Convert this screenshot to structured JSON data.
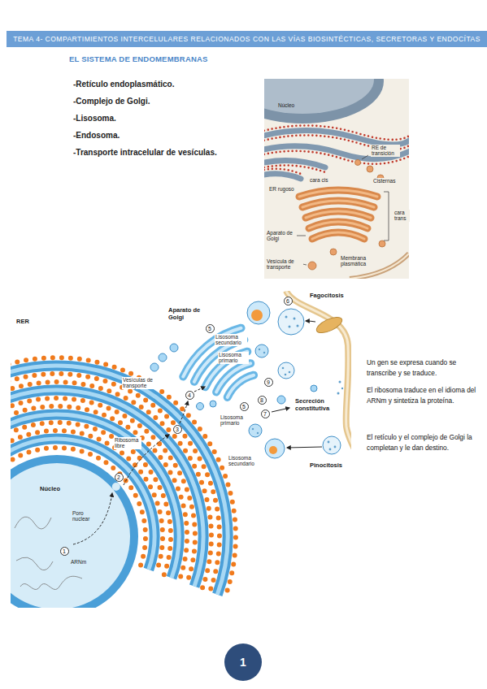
{
  "diagram": {
    "title": "EL SISTEMA DE ENDOMEMBRANAS",
    "nodes": [
      {
        "text": [
          "TEMA 4- COMPARTIMIENTOS INTERCELULARES RELACIONADOS CON LAS VÍAS BIOSINTÉCTICAS, SECRETORAS Y ENDOCÍTAS"
        ]
      },
      {
        "text": [
          "5"
        ]
      },
      {
        "text": [
          "6"
        ]
      },
      {
        "text": [
          "4"
        ]
      },
      {
        "text": [
          "3"
        ]
      },
      {
        "text": [
          "2"
        ]
      },
      {
        "text": [
          "1"
        ]
      },
      {
        "text": [
          "9"
        ]
      },
      {
        "text": [
          "8"
        ]
      },
      {
        "text": [
          "7"
        ]
      },
      {
        "text": [
          "5"
        ]
      },
      {
        "text": [
          "1"
        ]
      }
    ],
    "labels": [
      "-Retículo endoplasmático.",
      "-Complejo de Golgi.",
      "-Lisosoma.",
      "-Endosoma.",
      "-Transporte intracelular de vesículas.",
      "Núcleo",
      "RE de transición",
      "cara cis",
      "ER rugoso",
      "Cisternas",
      "cara trans",
      "Aparato de Golgi",
      "Vesícula de transporte",
      "Membrana plasmática",
      "RER",
      "Aparato de Golgi",
      "Fagocitosis",
      "Lisosoma secundario",
      "Lisosoma primario",
      "Vesículas de transporte",
      "Ribosoma libre",
      "Núcleo",
      "Poro nuclear",
      "ARNm",
      "Secreción constitutiva",
      "Lisosoma primario",
      "Lisosoma secundario",
      "Pinocitosis",
      "Un gen se expresa cuando se transcribe y se traduce.",
      "El ribosoma traduce en el idioma del ARNm y sintetiza la proteína.",
      "El retículo y el complejo de Golgi la completan y le dan destino."
    ]
  }
}
